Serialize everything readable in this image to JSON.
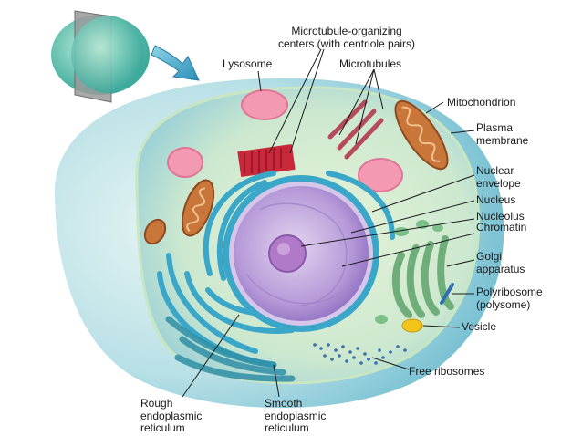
{
  "labels": {
    "mtoc": "Microtubule-organizing\ncenters (with centriole pairs)",
    "lysosome": "Lysosome",
    "microtubules": "Microtubules",
    "mitochondrion": "Mitochondrion",
    "plasma_membrane": "Plasma\nmembrane",
    "nuclear_envelope": "Nuclear\nenvelope",
    "nucleus": "Nucleus",
    "nucleolus": "Nucleolus",
    "chromatin": "Chromatin",
    "golgi": "Golgi\napparatus",
    "polyribosome": "Polyribosome\n(polysome)",
    "vesicle": "Vesicle",
    "free_ribosomes": "Free ribosomes",
    "rough_er": "Rough\nendoplasmic\nreticulum",
    "smooth_er": "Smooth\nendoplasmic\nreticulum"
  },
  "colors": {
    "cytoplasm": "#cfe9cf",
    "membrane_outer": "#a9d8e8",
    "nucleus": "#b89ad8",
    "nucleolus": "#b07ac8",
    "er": "#3aa6c8",
    "mitochondrion": "#c8763a",
    "lysosome": "#f39ab2",
    "golgi": "#6fae7a",
    "mtoc": "#c8283a",
    "vesicle": "#f2c51a"
  },
  "icons": [
    "overview-cell-icon",
    "arrow-icon"
  ]
}
